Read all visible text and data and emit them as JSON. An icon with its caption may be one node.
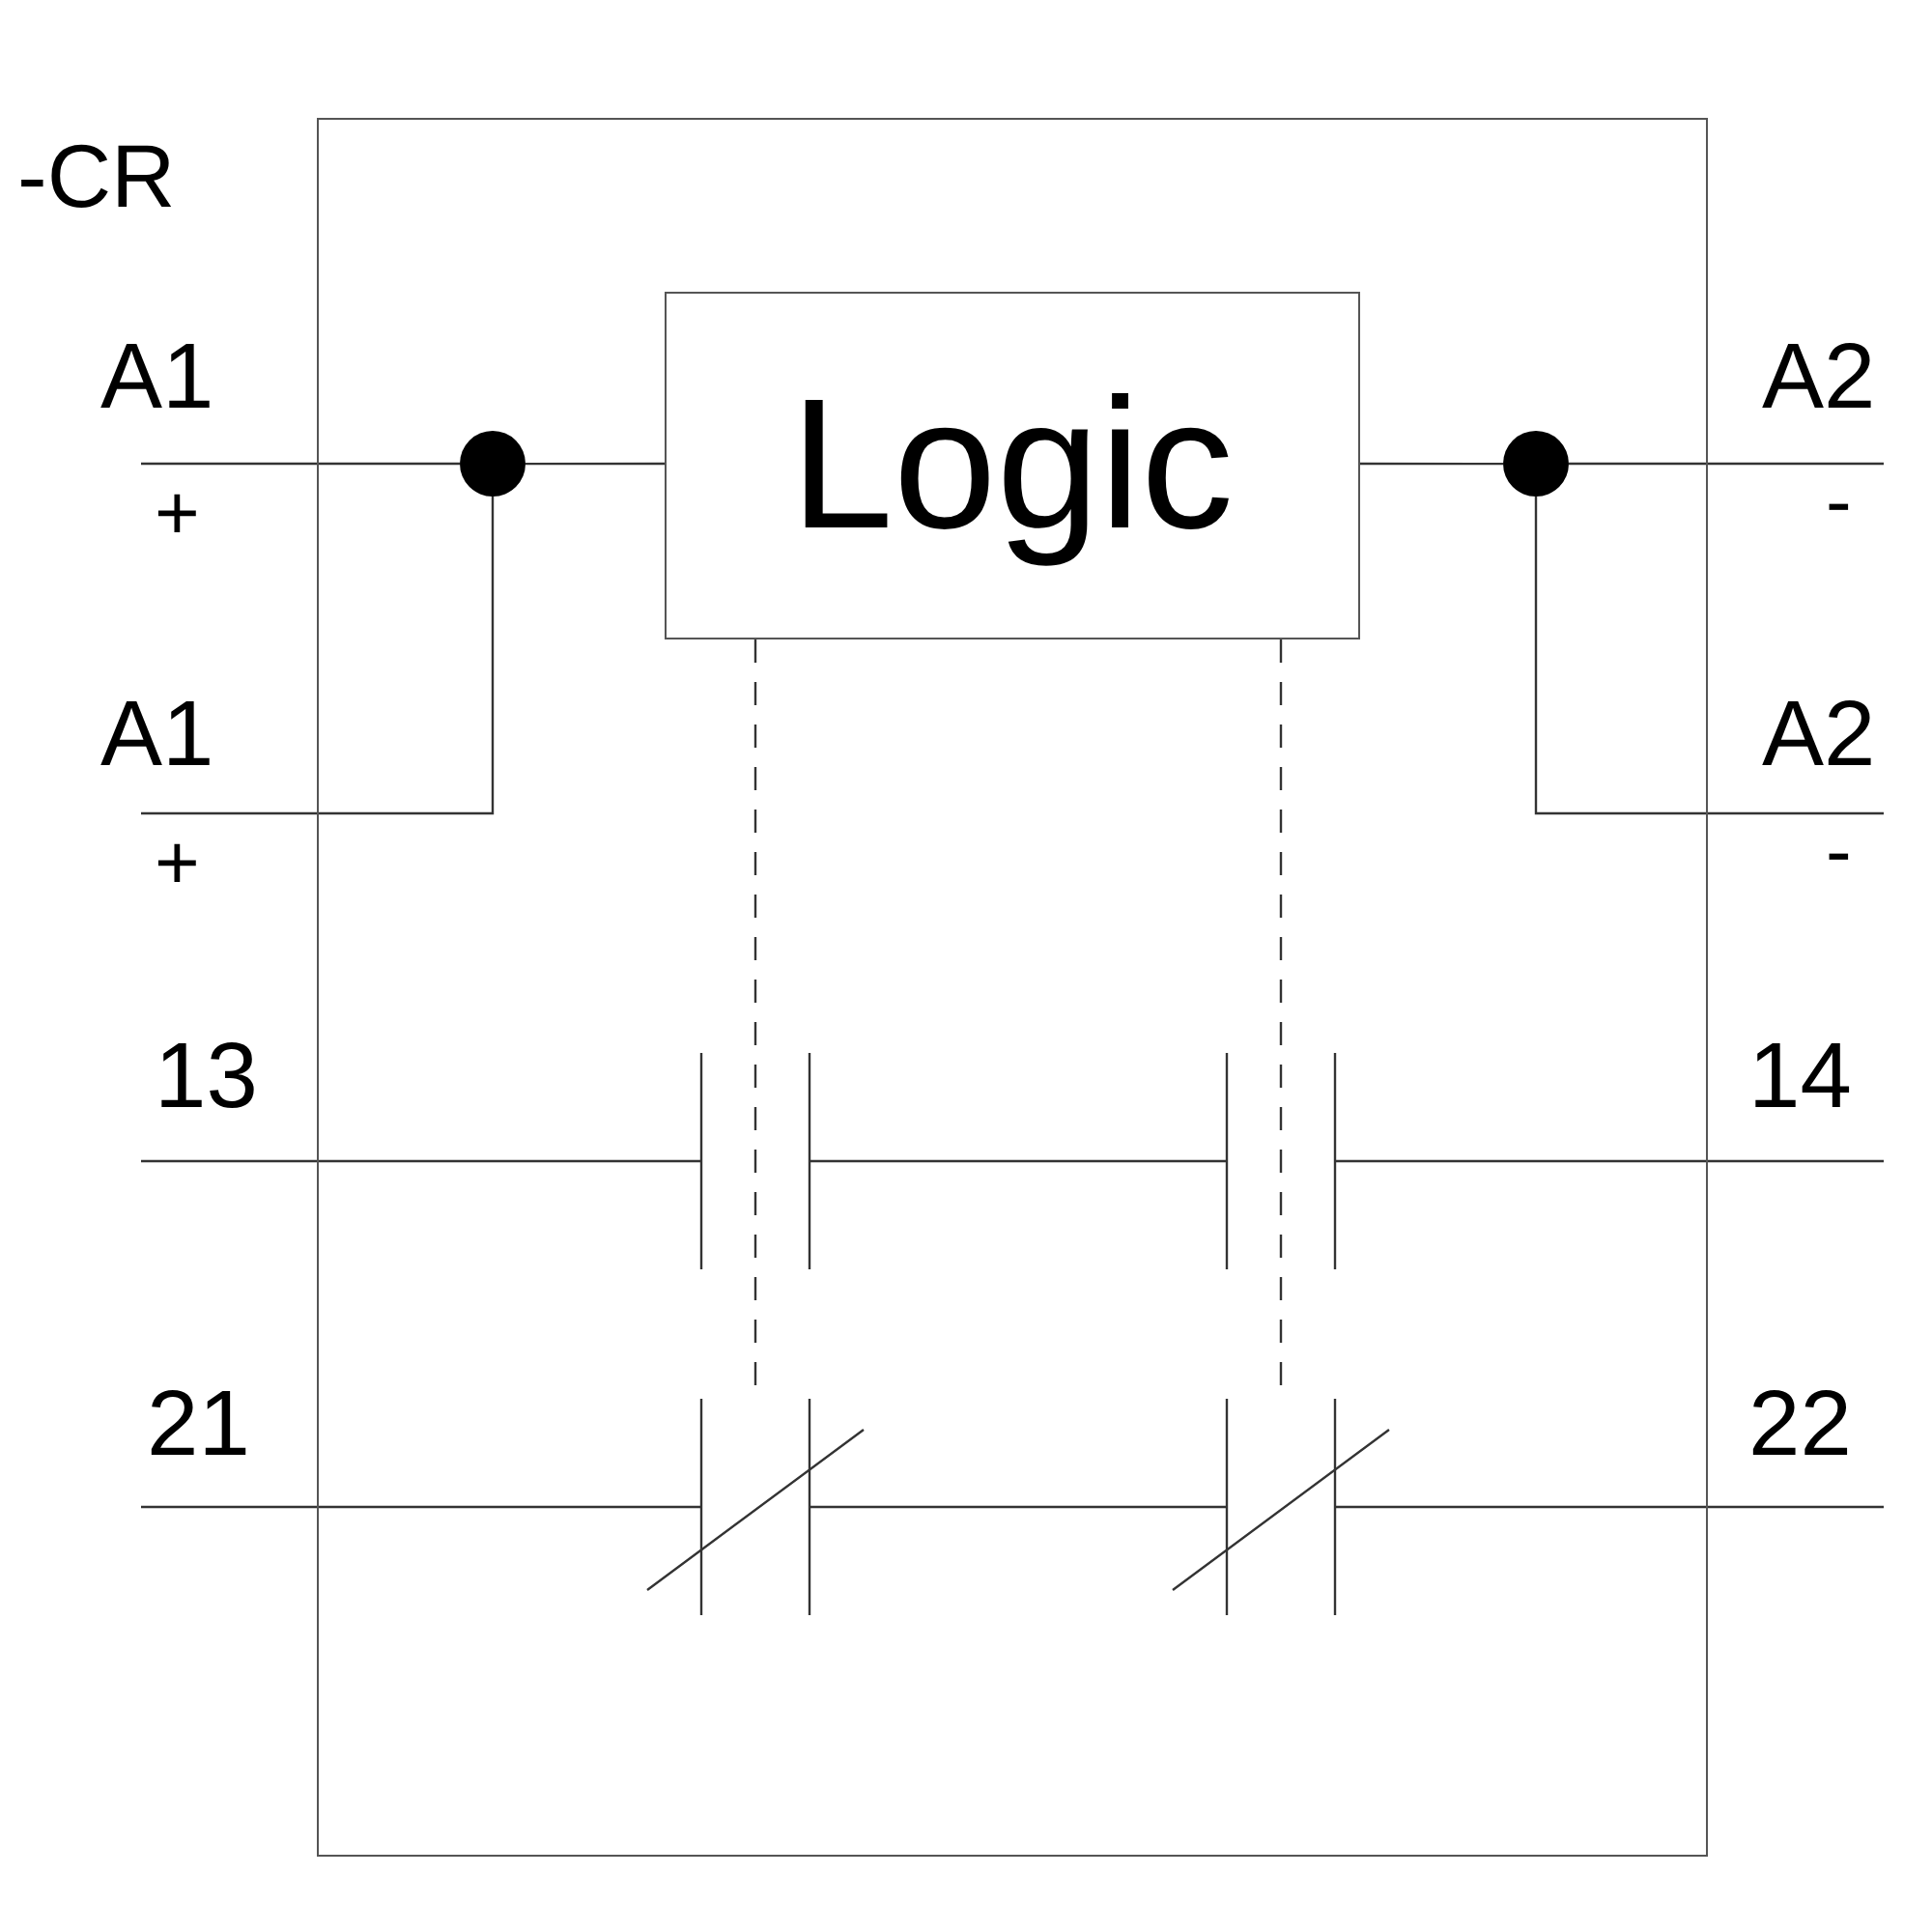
{
  "diagram": {
    "nodes": [
      {
        "text": [
          "-CR"
        ]
      },
      {
        "text": [
          "Logic"
        ],
        "in": 0
      },
      {
        "text": [],
        "shape": "circle",
        "in": 0
      },
      {
        "text": [],
        "shape": "circle",
        "in": 0
      }
    ],
    "edges": [
      {
        "from": null,
        "to": 2,
        "arrow": "none"
      },
      {
        "from": null,
        "to": 2,
        "arrow": "none"
      },
      {
        "from": 2,
        "to": 1,
        "arrow": "none"
      },
      {
        "from": 1,
        "to": 3,
        "arrow": "none"
      },
      {
        "from": 3,
        "to": null,
        "arrow": "none"
      },
      {
        "from": 3,
        "to": null,
        "arrow": "none"
      },
      {
        "from": 1,
        "to": null,
        "arrow": "none",
        "style": "dashed"
      },
      {
        "from": 1,
        "to": null,
        "arrow": "none",
        "style": "dashed"
      }
    ],
    "labels": [
      "A1",
      "A2",
      "+",
      "-",
      "A1",
      "A2",
      "+",
      "-",
      "13",
      "14",
      "21",
      "22"
    ]
  }
}
